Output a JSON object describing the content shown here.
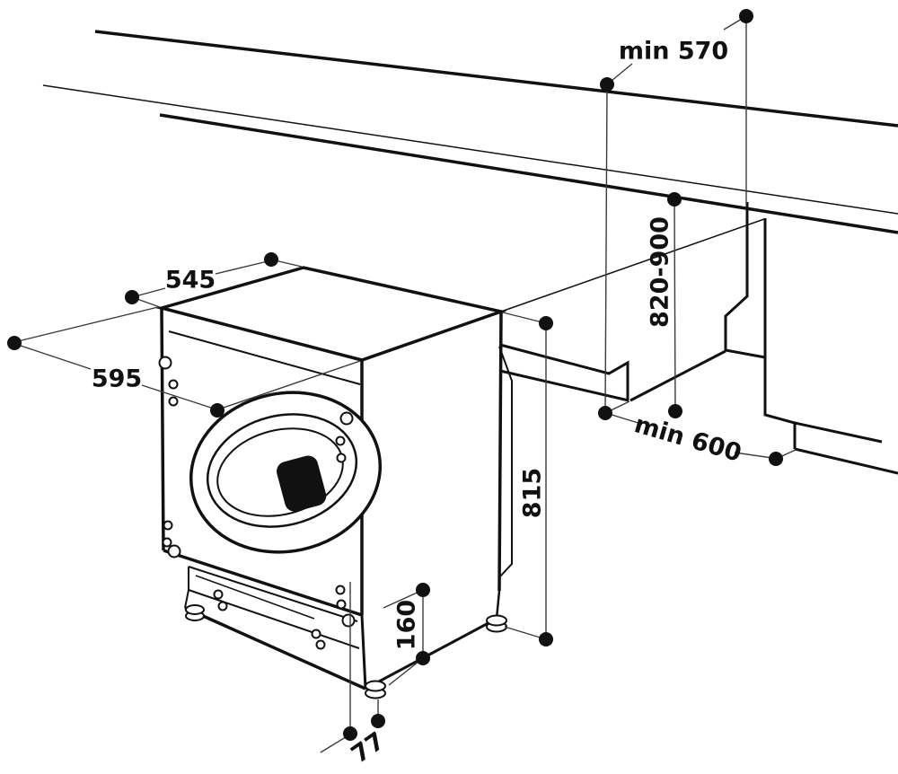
{
  "diagram": {
    "dimensions": {
      "niche_depth_top": "min 570",
      "niche_height_range": "820-900",
      "appliance_top_depth": "545",
      "appliance_width": "595",
      "appliance_height": "815",
      "plinth_height": "160",
      "niche_floor_depth": "min 600",
      "foot_recess_depth": "77"
    }
  },
  "colors": {
    "line": "#111111",
    "dimension_line": "#3a3a3a",
    "background": "#ffffff",
    "handle_fill": "#111111"
  }
}
